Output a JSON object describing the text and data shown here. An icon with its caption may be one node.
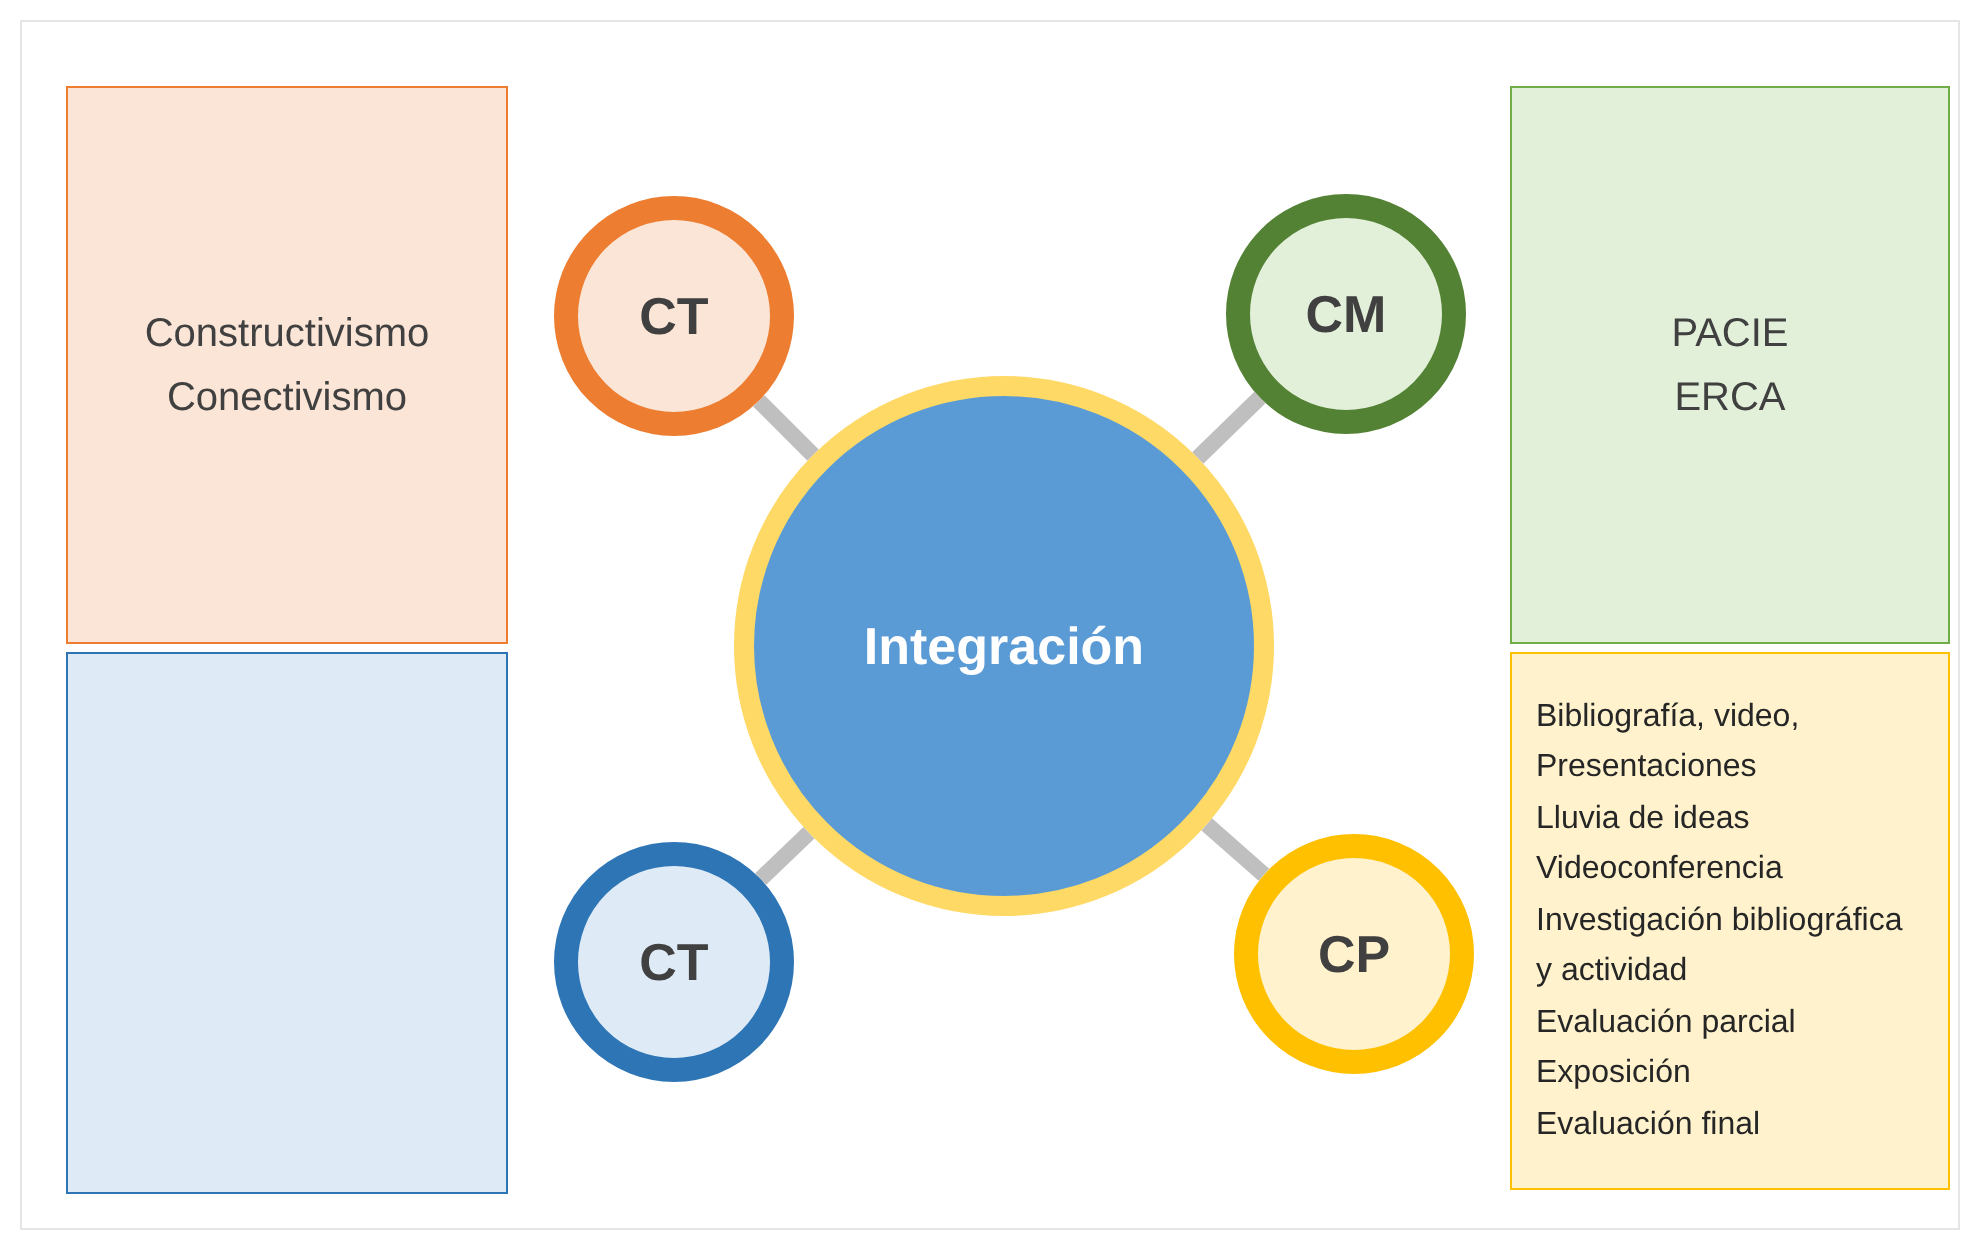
{
  "diagram": {
    "nodes": [
      {
        "text": [
          "Constructivismo",
          "Conectivismo"
        ]
      },
      {
        "text": [
          "CT"
        ]
      },
      {
        "text": [
          "CM"
        ]
      },
      {
        "text": [
          "PACIE",
          "ERCA"
        ]
      },
      {
        "text": [
          "Integración"
        ]
      },
      {
        "text": [],
        "shape": "box"
      },
      {
        "text": [
          "CT"
        ]
      },
      {
        "text": [
          "CP"
        ]
      },
      {
        "text": [
          "Bibliografía, video,",
          "Presentaciones",
          "Lluvia de ideas",
          "Videoconferencia",
          "Investigación bibliográfica y actividad",
          "Evaluación parcial",
          "Exposición",
          "Evaluación final"
        ]
      }
    ],
    "edges": [
      {
        "from": 1,
        "to": 4,
        "arrow": "none"
      },
      {
        "from": 2,
        "to": 4,
        "arrow": "none"
      },
      {
        "from": 6,
        "to": 4,
        "arrow": "none"
      },
      {
        "from": 7,
        "to": 4,
        "arrow": "none"
      }
    ]
  }
}
